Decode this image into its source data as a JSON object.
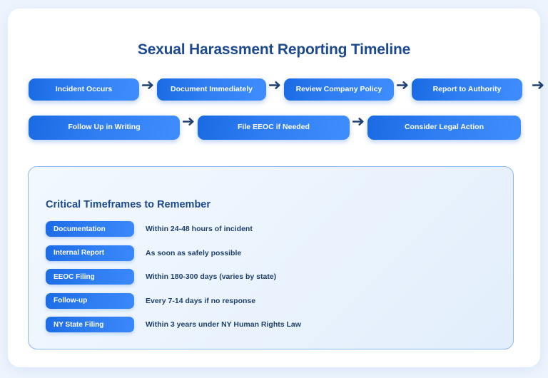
{
  "title": "Sexual Harassment Reporting Timeline",
  "flow": {
    "row1": [
      {
        "label": "Incident Occurs"
      },
      {
        "label": "Document Immediately"
      },
      {
        "label": "Review Company Policy"
      },
      {
        "label": "Report to Authority"
      }
    ],
    "row2": [
      {
        "label": "Follow Up in Writing"
      },
      {
        "label": "File EEOC if Needed"
      },
      {
        "label": "Consider Legal Action"
      }
    ],
    "arrow_icon": "arrow-right-icon",
    "wrap_arrow_icon": "arrow-right-wrap-icon"
  },
  "timeframes": {
    "heading": "Critical Timeframes to Remember",
    "items": [
      {
        "badge": "Documentation",
        "description": "Within 24-48 hours of incident"
      },
      {
        "badge": "Internal Report",
        "description": "As soon as safely possible"
      },
      {
        "badge": "EEOC Filing",
        "description": "Within 180-300 days (varies by state)"
      },
      {
        "badge": "Follow-up",
        "description": "Every 7-14 days if no response"
      },
      {
        "badge": "NY State Filing",
        "description": "Within 3 years under NY Human Rights Law"
      }
    ]
  },
  "colors": {
    "page_background": "#edf4fd",
    "card_background": "#ffffff",
    "title_text": "#1d4a8f",
    "pill_gradient_start": "#1a6ae4",
    "pill_gradient_end": "#3f8dfd",
    "pill_text": "#ffffff",
    "arrow": "#1d3f73",
    "panel_border": "#8db9ef",
    "panel_background": "#eaf3fd",
    "description_text": "#20406c"
  }
}
